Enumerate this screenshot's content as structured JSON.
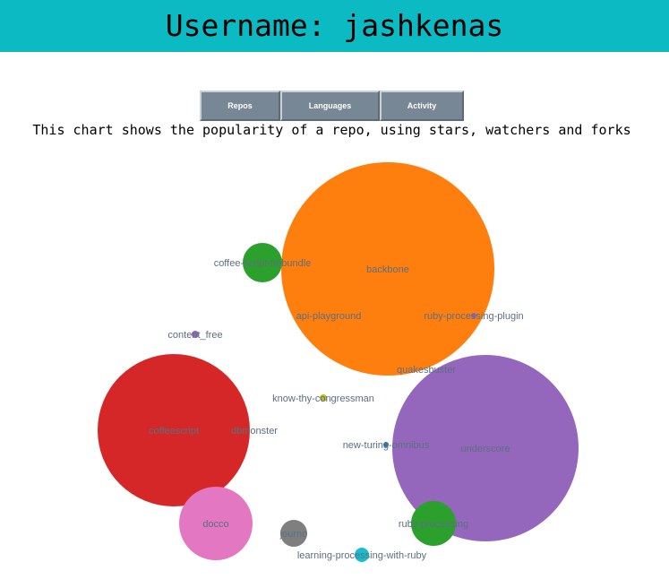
{
  "header": {
    "title": "Username: jashkenas"
  },
  "tabs": [
    {
      "label": "Repos"
    },
    {
      "label": "Languages"
    },
    {
      "label": "Activity"
    }
  ],
  "description": "This chart shows the popularity of a repo, using stars, watchers and forks",
  "chart_data": {
    "type": "bubble",
    "title": "",
    "series": [
      {
        "name": "backbone",
        "color": "#ff7f0e"
      },
      {
        "name": "underscore",
        "color": "#9467bd"
      },
      {
        "name": "coffeescript",
        "color": "#d62728"
      },
      {
        "name": "docco",
        "color": "#e377c2"
      },
      {
        "name": "coffee-script-tmbundle",
        "color": "#2ca02c"
      },
      {
        "name": "ruby-processing",
        "color": "#2ca02c"
      },
      {
        "name": "journo",
        "color": "#7f7f7f"
      },
      {
        "name": "learning-processing-with-ruby",
        "color": "#17becf"
      },
      {
        "name": "content_free",
        "color": "#9467bd"
      },
      {
        "name": "know-thy-congressman",
        "color": "#bcbd22"
      },
      {
        "name": "new-turing-omnibus",
        "color": "#1f77b4"
      },
      {
        "name": "ruby-processing-plugin",
        "color": "#9467bd"
      },
      {
        "name": "api-playground",
        "color": "#ff7f0e"
      },
      {
        "name": "quakesbuster",
        "color": "#ff7f0e"
      },
      {
        "name": "dbmonster",
        "color": "#d62728"
      }
    ]
  }
}
